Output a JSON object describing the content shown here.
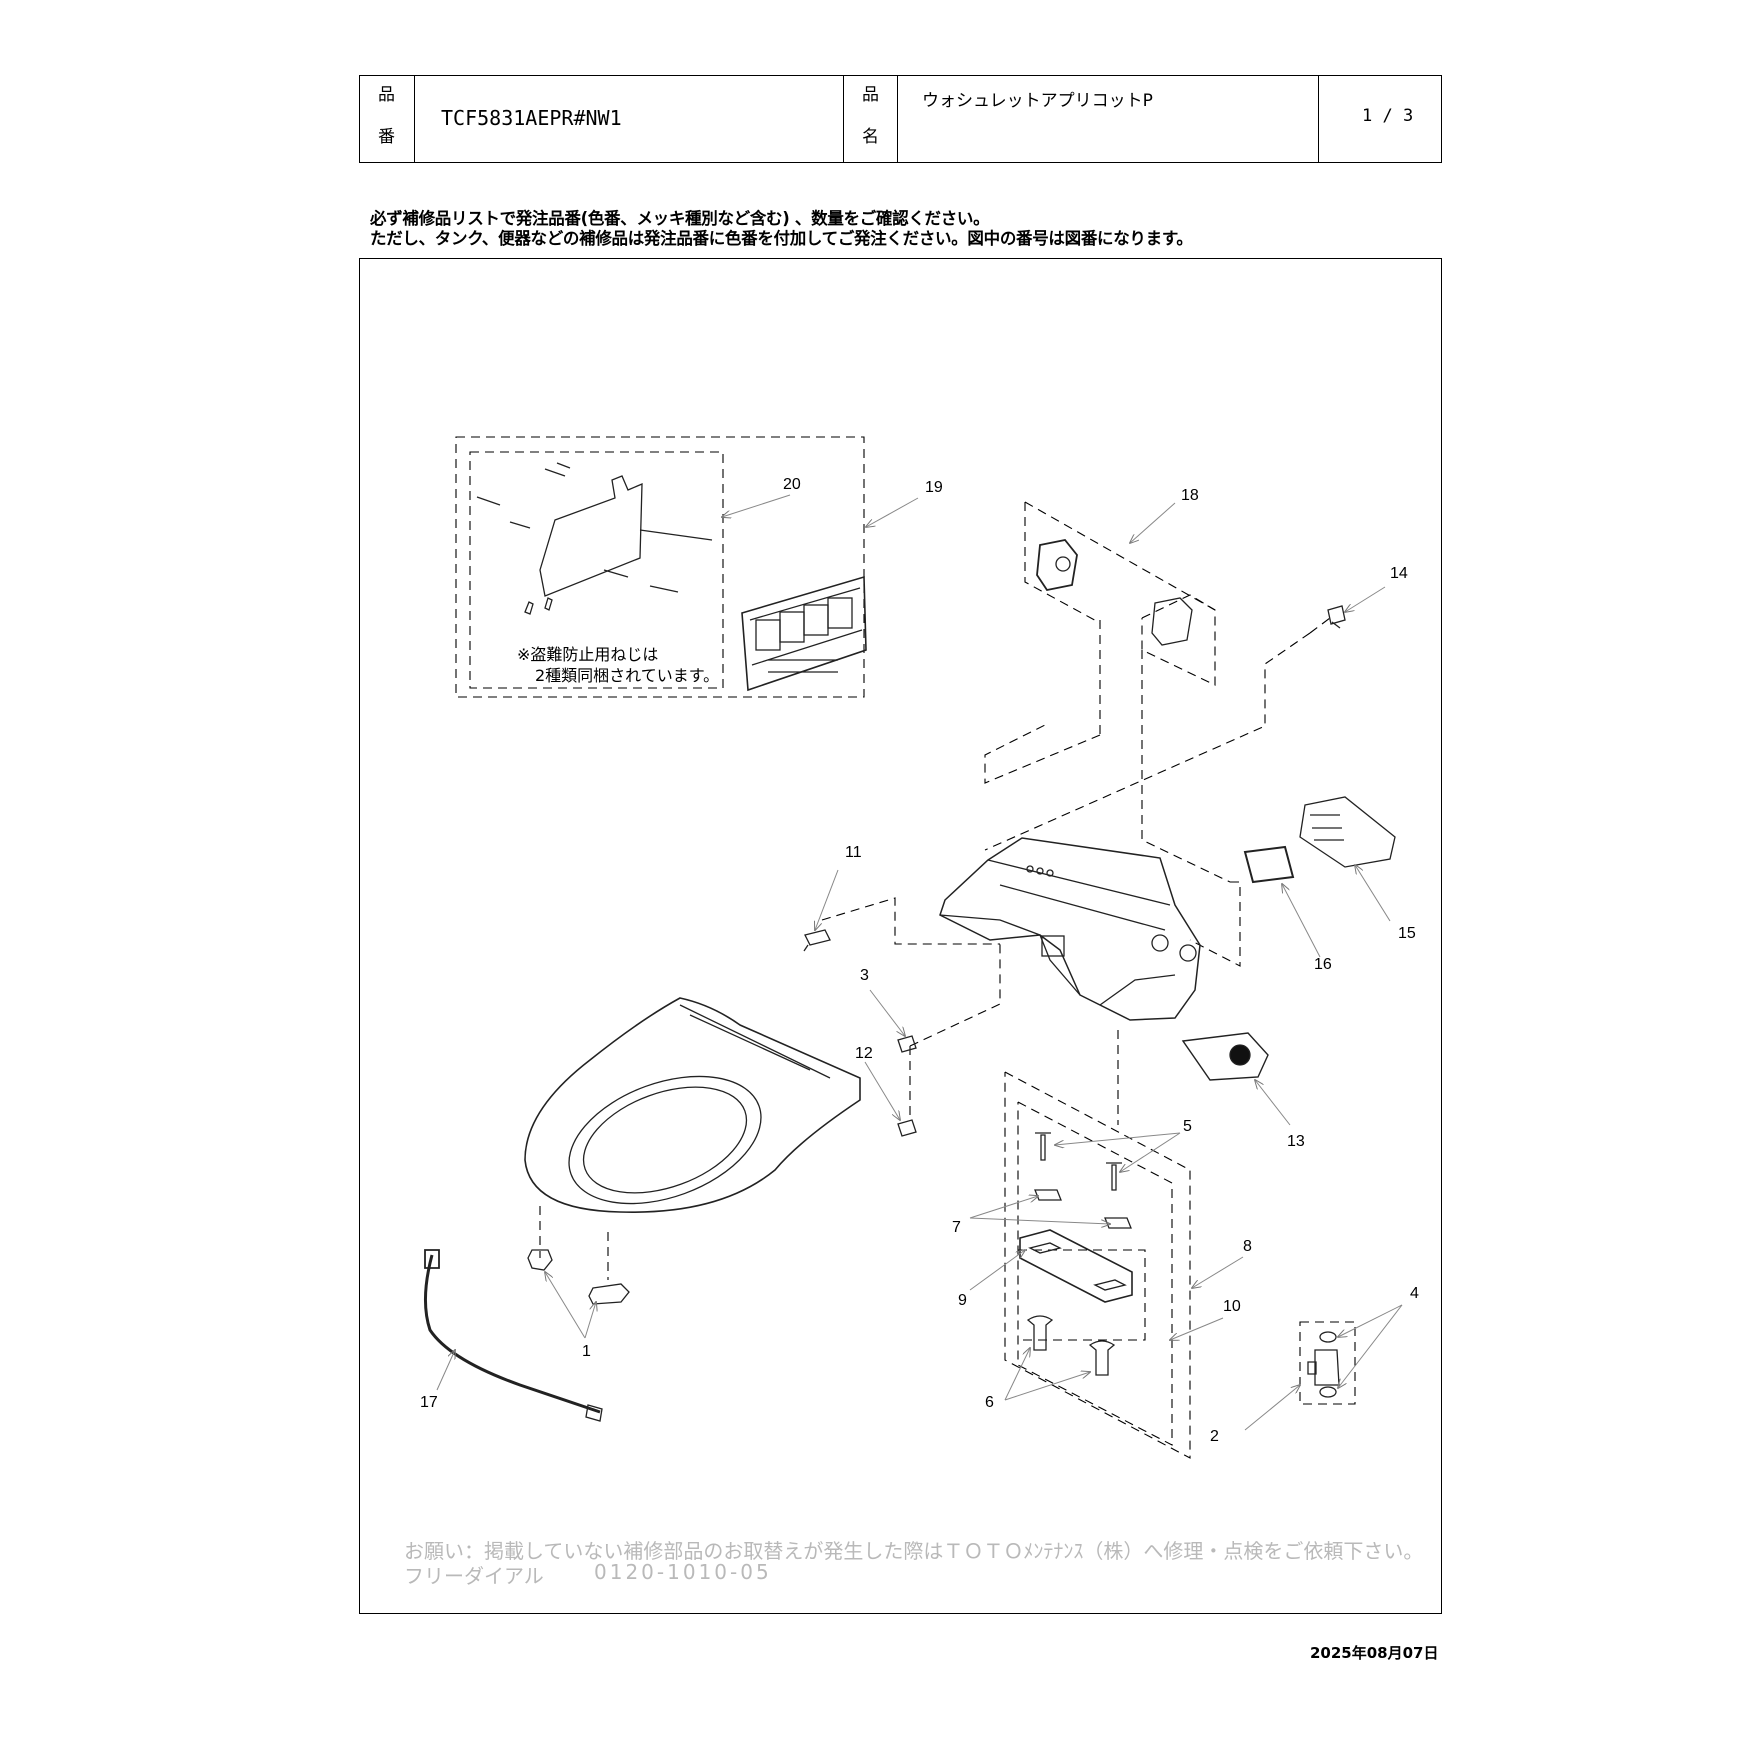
{
  "header": {
    "part_number_label_1": "品",
    "part_number_label_2": "番",
    "part_number": "TCF5831AEPR#NW1",
    "product_name_label_1": "品",
    "product_name_label_2": "名",
    "product_name": "ウォシュレットアプリコットP",
    "page": "1 / 3"
  },
  "notes": {
    "line1": "必ず補修品リストで発注品番(色番、メッキ種別など含む) 、数量をご確認ください。",
    "line2": "ただし、タンク、便器などの補修品は発注品番に色番を付加してご発注ください。図中の番号は図番になります。"
  },
  "diagram": {
    "callout_numbers": [
      "1",
      "2",
      "3",
      "4",
      "5",
      "6",
      "7",
      "8",
      "9",
      "10",
      "11",
      "12",
      "13",
      "14",
      "15",
      "16",
      "17",
      "18",
      "19",
      "20"
    ],
    "screw_note_line1": "※盗難防止用ねじは",
    "screw_note_line2": "2種類同梱されています。"
  },
  "footer": {
    "request_line1": "お願い：掲載していない補修部品のお取替えが発生した際はＴＯＴＯﾒﾝﾃﾅﾝｽ（株）へ修理・点検をご依頼下さい。",
    "request_line2_label": "フリーダイアル",
    "request_line2_number": "0120-1010-05",
    "date": "2025年08月07日"
  }
}
